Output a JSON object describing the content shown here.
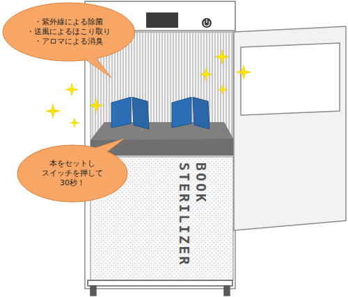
{
  "diagram": {
    "nodes": [
      {
        "text": [
          "・紫外線による除菌",
          "・送風によるほこり取り",
          "・アロマによる消臭"
        ]
      },
      {
        "text": [
          "本をセットし スイッチを押して 30秒！"
        ]
      }
    ],
    "labels": [
      "BOOK",
      "STERILIZER"
    ]
  }
}
